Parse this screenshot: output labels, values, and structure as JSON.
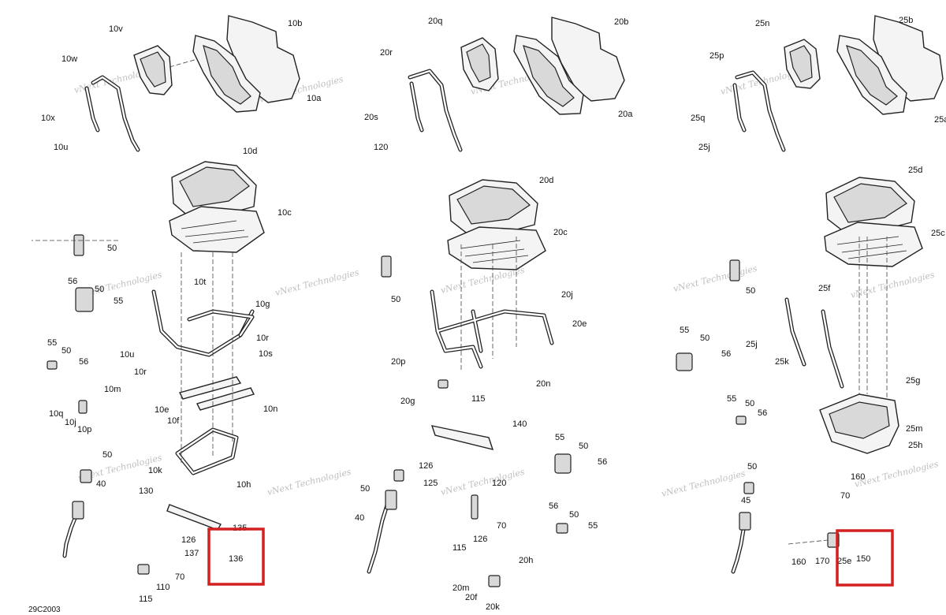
{
  "diagram": {
    "code": "29C2003",
    "watermark": "vNext Technologies",
    "watermark_alt": "Technologies",
    "highlight_labels": [
      "136",
      "150"
    ],
    "labels": [
      "10v",
      "10b",
      "10w",
      "10a",
      "10x",
      "10u",
      "10d",
      "10c",
      "50",
      "56",
      "50",
      "55",
      "10t",
      "10g",
      "55",
      "50",
      "56",
      "10u",
      "10r",
      "10r",
      "10s",
      "10m",
      "10q",
      "10j",
      "10p",
      "10e",
      "10f",
      "10n",
      "50",
      "40",
      "10k",
      "10h",
      "130",
      "135",
      "126",
      "137",
      "136",
      "70",
      "115",
      "110",
      "20q",
      "20b",
      "20r",
      "20a",
      "20s",
      "120",
      "20d",
      "20c",
      "50",
      "20j",
      "20e",
      "20p",
      "20n",
      "20g",
      "115",
      "140",
      "55",
      "50",
      "56",
      "126",
      "125",
      "50",
      "120",
      "40",
      "70",
      "56",
      "50",
      "55",
      "126",
      "115",
      "20h",
      "20m",
      "20f",
      "20k",
      "25n",
      "25b",
      "25p",
      "25a",
      "25q",
      "25j",
      "25d",
      "25c",
      "50",
      "25f",
      "55",
      "50",
      "56",
      "25j",
      "25k",
      "25g",
      "55",
      "50",
      "56",
      "25m",
      "25h",
      "160",
      "70",
      "50",
      "45",
      "160",
      "170",
      "25e",
      "150"
    ]
  }
}
